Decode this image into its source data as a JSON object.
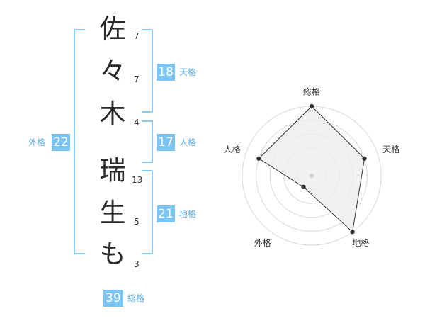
{
  "name_characters": [
    {
      "char": "佐",
      "strokes": "7"
    },
    {
      "char": "々",
      "strokes": "7"
    },
    {
      "char": "木",
      "strokes": "4"
    },
    {
      "char": "瑞",
      "strokes": "13"
    },
    {
      "char": "生",
      "strokes": "5"
    },
    {
      "char": "も",
      "strokes": "3"
    }
  ],
  "kaku": {
    "tenkaku": {
      "value": "18",
      "label": "天格"
    },
    "jinkaku": {
      "value": "17",
      "label": "人格"
    },
    "chikaku": {
      "value": "21",
      "label": "地格"
    },
    "gaikaku": {
      "value": "22",
      "label": "外格"
    },
    "soukaku": {
      "value": "39",
      "label": "総格"
    }
  },
  "colors": {
    "bracket": "#8ccdf2",
    "badge": "#7cc4f3",
    "label": "#5aaee6",
    "radar_fill": "#eeeeee",
    "radar_grid": "#d8d8d8"
  },
  "chart_data": {
    "type": "radar",
    "axes": [
      "総格",
      "天格",
      "地格",
      "外格",
      "人格"
    ],
    "values": [
      5,
      4,
      5,
      1,
      4
    ],
    "range": [
      0,
      5
    ],
    "grid_rings": 5,
    "legend": "none"
  }
}
